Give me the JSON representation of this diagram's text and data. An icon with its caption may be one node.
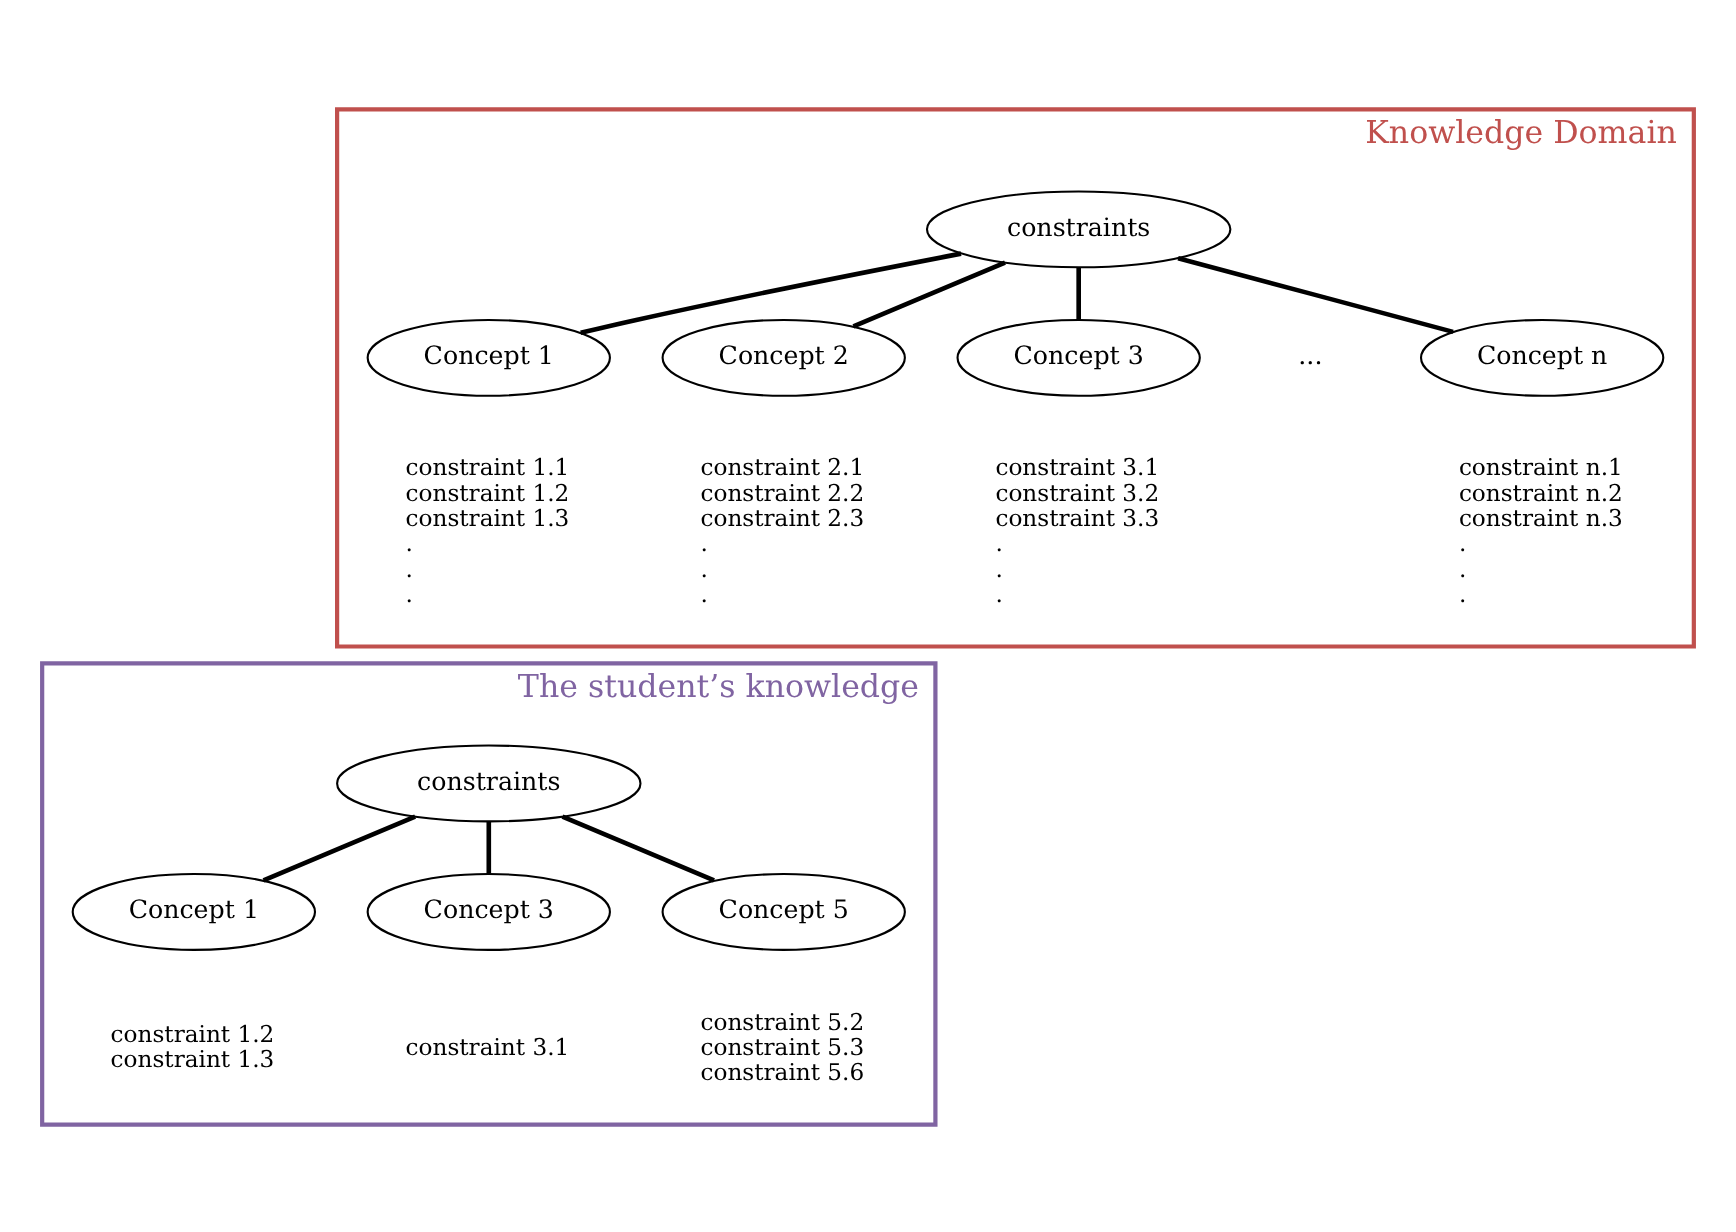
{
  "diagram": {
    "nodes": [
      {
        "text": [
          "Knowledge Domain"
        ]
      },
      {
        "text": [
          "constraints"
        ],
        "in": 0
      },
      {
        "text": [
          "Concept 1"
        ],
        "in": 0,
        "beside": [
          "constraint 1.1",
          "constraint 1.2",
          "constraint 1.3",
          ".",
          ".",
          "."
        ]
      },
      {
        "text": [
          "Concept 2"
        ],
        "in": 0,
        "beside": [
          "constraint 2.1",
          "constraint 2.2",
          "constraint 2.3",
          ".",
          ".",
          "."
        ]
      },
      {
        "text": [
          "Concept 3"
        ],
        "in": 0,
        "beside": [
          "constraint 3.1",
          "constraint 3.2",
          "constraint 3.3",
          ".",
          ".",
          "."
        ]
      },
      {
        "text": [
          "Concept n"
        ],
        "in": 0,
        "beside": [
          "constraint n.1",
          "constraint n.2",
          "constraint n.3",
          ".",
          ".",
          "."
        ]
      },
      {
        "text": [
          "The student’s knowledge"
        ]
      },
      {
        "text": [
          "constraints"
        ],
        "in": 6
      },
      {
        "text": [
          "Concept 1"
        ],
        "in": 6,
        "beside": [
          "constraint 1.2",
          "constraint 1.3"
        ]
      },
      {
        "text": [
          "Concept 3"
        ],
        "in": 6,
        "beside": [
          "constraint 3.1"
        ]
      },
      {
        "text": [
          "Concept 5"
        ],
        "in": 6,
        "beside": [
          "constraint 5.2",
          "constraint 5.3",
          "constraint 5.6"
        ]
      }
    ],
    "edges": [
      {
        "from": 1,
        "to": 2,
        "arrow": "none"
      },
      {
        "from": 1,
        "to": 3,
        "arrow": "none"
      },
      {
        "from": 1,
        "to": 4,
        "arrow": "none"
      },
      {
        "from": 1,
        "to": 5,
        "arrow": "none"
      },
      {
        "from": 7,
        "to": 8,
        "arrow": "none"
      },
      {
        "from": 7,
        "to": 9,
        "arrow": "none"
      },
      {
        "from": 7,
        "to": 10,
        "arrow": "none"
      }
    ],
    "labels": [
      "..."
    ]
  }
}
